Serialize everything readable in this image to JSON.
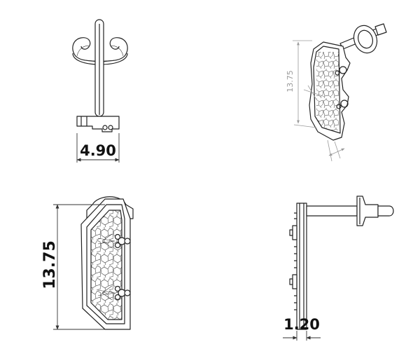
{
  "dimensions": {
    "top_view_width": "4.90",
    "front_view_height": "13.75",
    "side_view_thickness": "1.20",
    "iso_view_height": "13.75"
  },
  "colors": {
    "line": "#222222",
    "dimension_text": "#111111",
    "iso_dimension": "#9a9a9a",
    "background": "#ffffff"
  }
}
